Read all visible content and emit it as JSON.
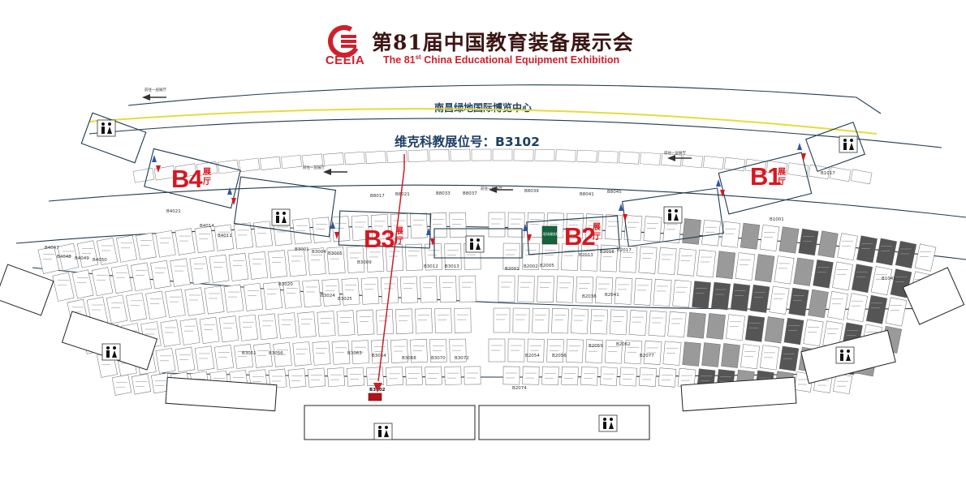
{
  "header": {
    "logo_text": "CEEIA",
    "title_cn": "第81届中国教育装备展示会",
    "title_en_prefix": "The 81",
    "title_en_sup": "st",
    "title_en_suffix": " China Educational Equipment Exhibition",
    "brand_color": "#cf1f2d"
  },
  "venue": "南昌绿地国际博览中心",
  "booth": {
    "label": "维克科教展位号：B3102",
    "number": "B3102",
    "highlight_color": "#b3131b"
  },
  "halls": [
    {
      "id": "B4",
      "suffix": "展厅"
    },
    {
      "id": "B3",
      "suffix": "展厅"
    },
    {
      "id": "B2",
      "suffix": "展厅"
    },
    {
      "id": "B1",
      "suffix": "展厅"
    }
  ],
  "entrance_note": "前往一层展厅",
  "service_label": "现场服务B2-2",
  "booth_labels": [
    "B3001",
    "B3004",
    "B3005",
    "B3009",
    "B3012",
    "B3013",
    "B3020",
    "B3024",
    "B3025",
    "B3051",
    "B3056",
    "B3063",
    "B3064",
    "B3068",
    "B3070",
    "B3072",
    "B2001",
    "B2002",
    "B2005",
    "B2013",
    "B2016",
    "B2017",
    "B2038",
    "B2041",
    "B2054",
    "B2056",
    "B2059",
    "B2062",
    "B2074",
    "B2077",
    "B4011",
    "B4014",
    "B4021",
    "B4047",
    "B4048",
    "B4049",
    "B4050",
    "B8017",
    "B8021",
    "B8033",
    "B8037",
    "B8039",
    "B8041",
    "B8045",
    "B1001",
    "B1017",
    "B1041"
  ],
  "colors": {
    "outline": "#1f3b4d",
    "corridor": "#e3dd3b",
    "arrow_red": "#d7171f",
    "arrow_blue": "#2f55a3",
    "grey_booth": "#9a9a9a",
    "dark_booth": "#555555"
  }
}
